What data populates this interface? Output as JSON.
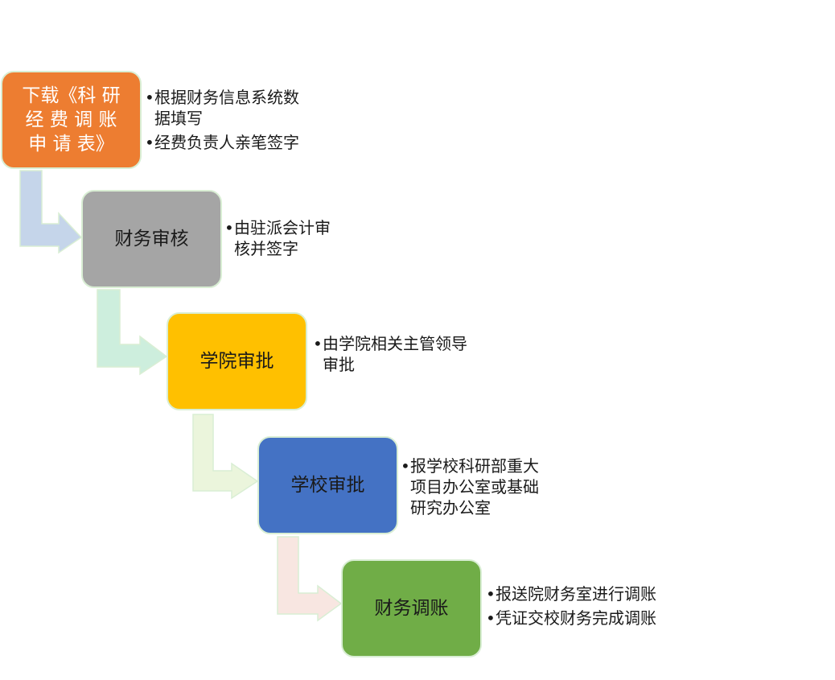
{
  "steps": [
    {
      "label": "下载《科研经费调账申请表》",
      "label_lines": [
        "下载《科 研",
        "经 费 调 账",
        "申 请 表》"
      ],
      "color": "#ED7D31",
      "text_color": "#ffffff",
      "notes": [
        "根据财务信息系统数据填写",
        "经费负责人亲笔签字"
      ],
      "note_lines": [
        [
          "根据财务信息系统数",
          "据填写"
        ],
        [
          "经费负责人亲笔签字"
        ]
      ]
    },
    {
      "label": "财务审核",
      "label_lines": [
        "财务审核"
      ],
      "color": "#A5A5A5",
      "text_color": "#1a1a1a",
      "notes": [
        "由驻派会计审核并签字"
      ],
      "note_lines": [
        [
          "由驻派会计审",
          "核并签字"
        ]
      ]
    },
    {
      "label": "学院审批",
      "label_lines": [
        "学院审批"
      ],
      "color": "#FFC000",
      "text_color": "#1a1a1a",
      "notes": [
        "由学院相关主管领导审批"
      ],
      "note_lines": [
        [
          "由学院相关主管领导",
          "审批"
        ]
      ]
    },
    {
      "label": "学校审批",
      "label_lines": [
        "学校审批"
      ],
      "color": "#4472C4",
      "text_color": "#1a1a1a",
      "notes": [
        "报学校科研部重大项目办公室或基础研究办公室"
      ],
      "note_lines": [
        [
          "报学校科研部重大",
          "项目办公室或基础",
          "研究办公室"
        ]
      ]
    },
    {
      "label": "财务调账",
      "label_lines": [
        "财务调账"
      ],
      "color": "#70AD47",
      "text_color": "#1a1a1a",
      "notes": [
        "报送院财务室进行调账",
        "凭证交校财务完成调账"
      ],
      "note_lines": [
        [
          "报送院财务室进行调账"
        ],
        [
          "凭证交校财务完成调账"
        ]
      ]
    }
  ],
  "connector_colors": [
    "#C5D5EA",
    "#CDEEDD",
    "#EBF5DC",
    "#F8E6E1"
  ]
}
